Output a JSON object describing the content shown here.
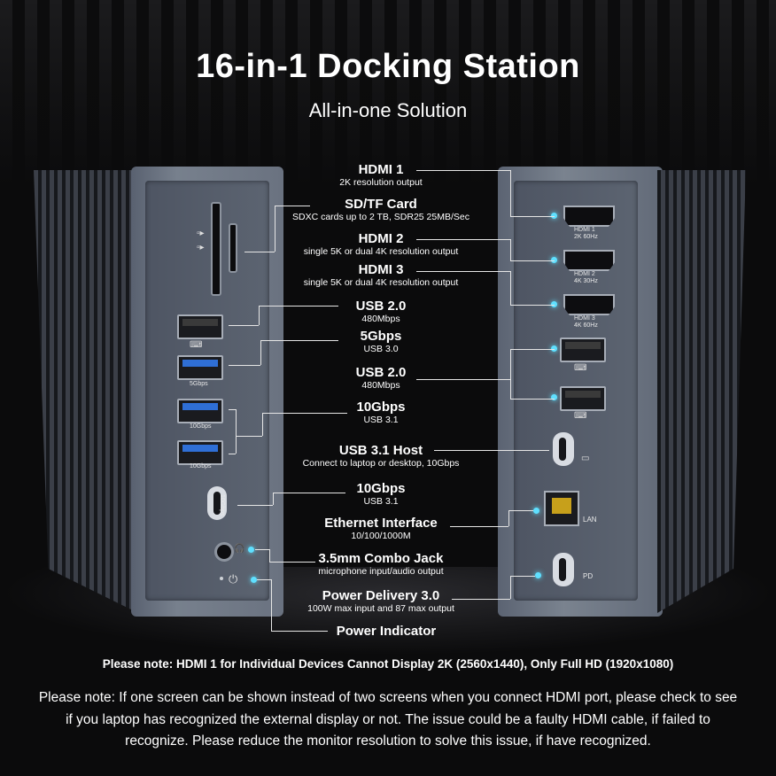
{
  "title": "16-in-1 Docking Station",
  "subtitle": "All-in-one Solution",
  "port_text": {
    "gbps5": "5Gbps",
    "gbps10a": "10Gbps",
    "gbps10b": "10Gbps",
    "gbps10c": "10Gbps",
    "hdmi1": "HDMI 1",
    "hdmi1_spec": "2K 60Hz",
    "hdmi2": "HDMI 2",
    "hdmi2_spec": "4K 30Hz",
    "hdmi3": "HDMI 3",
    "hdmi3_spec": "4K 60Hz",
    "lan": "LAN",
    "pd": "PD"
  },
  "callouts": [
    {
      "title": "HDMI 1",
      "desc": "2K resolution output"
    },
    {
      "title": "SD/TF Card",
      "desc": "SDXC cards up to 2 TB, SDR25 25MB/Sec"
    },
    {
      "title": "HDMI 2",
      "desc": "single 5K or dual 4K resolution output"
    },
    {
      "title": "HDMI 3",
      "desc": "single 5K or dual 4K resolution output"
    },
    {
      "title": "USB 2.0",
      "desc": "480Mbps"
    },
    {
      "title": "5Gbps",
      "desc": "USB 3.0"
    },
    {
      "title": "USB 2.0",
      "desc": "480Mbps"
    },
    {
      "title": "10Gbps",
      "desc": "USB 3.1"
    },
    {
      "title": "USB 3.1 Host",
      "desc": "Connect to laptop or desktop, 10Gbps"
    },
    {
      "title": "10Gbps",
      "desc": "USB 3.1"
    },
    {
      "title": "Ethernet Interface",
      "desc": "10/100/1000M"
    },
    {
      "title": "3.5mm Combo Jack",
      "desc": "microphone input/audio output"
    },
    {
      "title": "Power Delivery 3.0",
      "desc": "100W max input and 87 max output"
    },
    {
      "title": "Power Indicator",
      "desc": ""
    }
  ],
  "note_bold": "Please note: HDMI 1 for Individual Devices Cannot Display 2K (2560x1440), Only Full HD (1920x1080)",
  "note": "Please note: If one screen can be shown instead of two screens when you connect HDMI port, please check to see if you laptop has recognized the external display or not.  The issue could be a faulty HDMI cable, if failed to recognize.  Please reduce the monitor resolution to solve this issue, if have recognized."
}
